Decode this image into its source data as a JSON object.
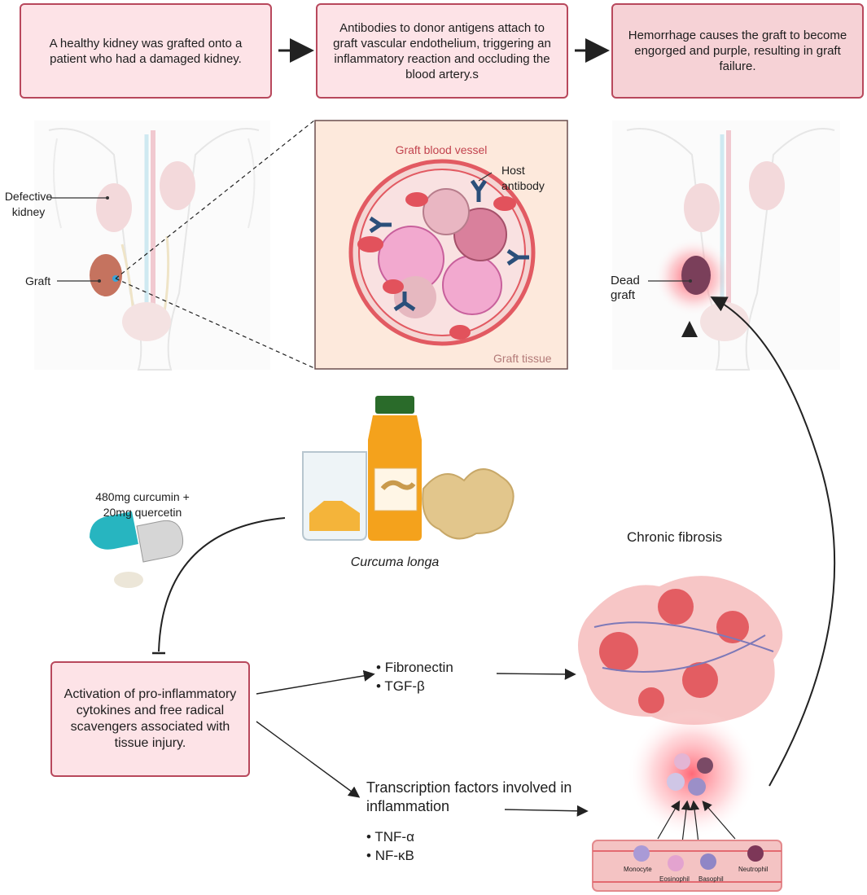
{
  "steps": {
    "step1": "A healthy kidney was grafted onto a patient who had a damaged kidney.",
    "step2": "Antibodies to donor antigens attach to graft vascular endothelium, triggering an inflammatory reaction and occluding the blood artery.s",
    "step3": "Hemorrhage causes the graft to become engorged and purple, resulting in graft failure."
  },
  "body_left": {
    "defective_kidney": "Defective kidney",
    "graft": "Graft"
  },
  "inset": {
    "vessel": "Graft blood vessel",
    "antibody": "Host antibody",
    "tissue": "Graft tissue"
  },
  "body_right": {
    "dead_graft": "Dead graft"
  },
  "treatment": {
    "dose": "480mg curcumin + 20mg quercetin",
    "plant": "Curcuma longa"
  },
  "activation": "Activation of pro-inflammatory cytokines and free radical scavengers associated with tissue injury.",
  "fibrosis": {
    "title": "Chronic fibrosis",
    "items": [
      "Fibronectin",
      "TGF-β"
    ]
  },
  "transcription": {
    "title": "Transcription factors involved in inflammation",
    "items": [
      "TNF-α",
      "NF-κB"
    ]
  },
  "cells": {
    "monocyte": "Monocyte",
    "eosinophil": "Eosinophil",
    "basophil": "Basophil",
    "neutrophil": "Neutrophil"
  },
  "colors": {
    "box_border": "#b8485c",
    "box_fill": "#fde3e7",
    "box_fill_dark": "#f6d2d6",
    "inset_bg": "#fde9dc",
    "vessel_red": "#e1525c"
  }
}
